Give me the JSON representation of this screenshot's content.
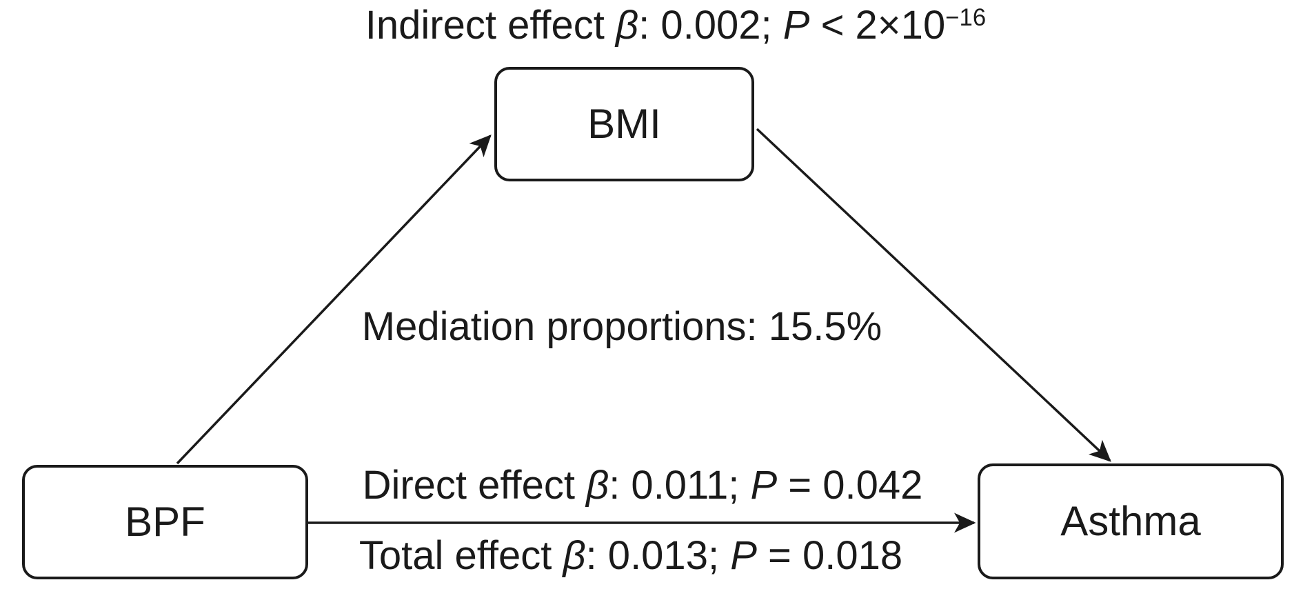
{
  "diagram": {
    "colors": {
      "background": "#ffffff",
      "line": "#1a1a1a",
      "box_fill": "#ffffff"
    },
    "nodes": {
      "bmi": {
        "label": "BMI"
      },
      "bpf": {
        "label": "BPF"
      },
      "asthma": {
        "label": "Asthma"
      }
    },
    "labels": {
      "indirect": {
        "prefix": "Indirect effect ",
        "beta": "β",
        "mid": ": 0.002; ",
        "p": "P",
        "rel": " < 2×10",
        "sup": "−16"
      },
      "mediation": {
        "text": "Mediation proportions: 15.5%"
      },
      "direct": {
        "prefix": "Direct effect ",
        "beta": "β",
        "mid": ": 0.011; ",
        "p": "P",
        "rel": " = 0.042"
      },
      "total": {
        "prefix": "Total effect ",
        "beta": "β",
        "mid": ": 0.013; ",
        "p": "P",
        "rel": " = 0.018"
      }
    }
  }
}
